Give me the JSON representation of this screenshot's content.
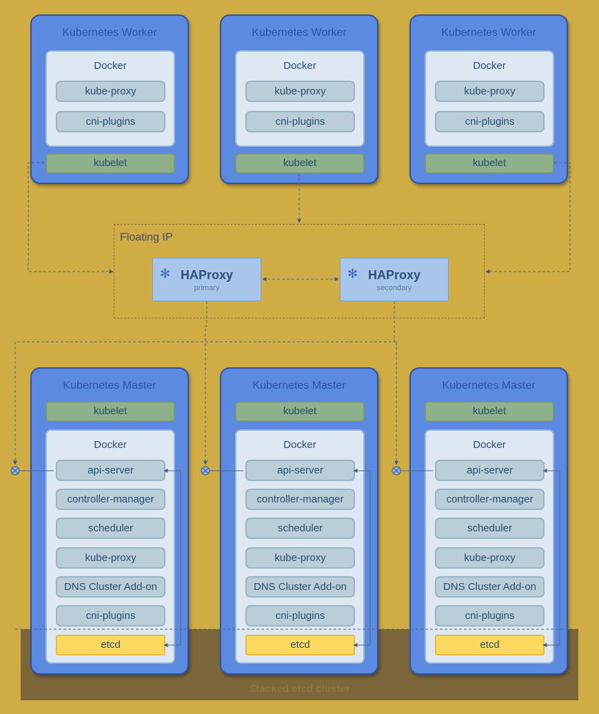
{
  "workers": [
    {
      "title": "Kubernetes Worker",
      "docker": "Docker",
      "components": [
        "kube-proxy",
        "cni-plugins"
      ],
      "kubelet": "kubelet"
    },
    {
      "title": "Kubernetes Worker",
      "docker": "Docker",
      "components": [
        "kube-proxy",
        "cni-plugins"
      ],
      "kubelet": "kubelet"
    },
    {
      "title": "Kubernetes Worker",
      "docker": "Docker",
      "components": [
        "kube-proxy",
        "cni-plugins"
      ],
      "kubelet": "kubelet"
    }
  ],
  "floating_ip": {
    "label": "Floating IP",
    "primary": {
      "name": "HAProxy",
      "role": "primary"
    },
    "secondary": {
      "name": "HAProxy",
      "role": "secondary"
    },
    "icon": "haproxy-star-icon"
  },
  "masters": [
    {
      "title": "Kubernetes Master",
      "kubelet": "kubelet",
      "docker": "Docker",
      "components": [
        "api-server",
        "controller-manager",
        "scheduler",
        "kube-proxy",
        "DNS Cluster Add-on",
        "cni-plugins"
      ],
      "etcd": "etcd"
    },
    {
      "title": "Kubernetes Master",
      "kubelet": "kubelet",
      "docker": "Docker",
      "components": [
        "api-server",
        "controller-manager",
        "scheduler",
        "kube-proxy",
        "DNS Cluster Add-on",
        "cni-plugins"
      ],
      "etcd": "etcd"
    },
    {
      "title": "Kubernetes Master",
      "kubelet": "kubelet",
      "docker": "Docker",
      "components": [
        "api-server",
        "controller-manager",
        "scheduler",
        "kube-proxy",
        "DNS Cluster Add-on",
        "cni-plugins"
      ],
      "etcd": "etcd"
    }
  ],
  "storage": {
    "label": "Stacked etcd cluster"
  },
  "colors": {
    "background": "#d0ac44",
    "node": "#5b8ae0",
    "kubelet": "#8eb08a",
    "etcd": "#fdd85e",
    "haproxy": "#a8c6ec"
  }
}
